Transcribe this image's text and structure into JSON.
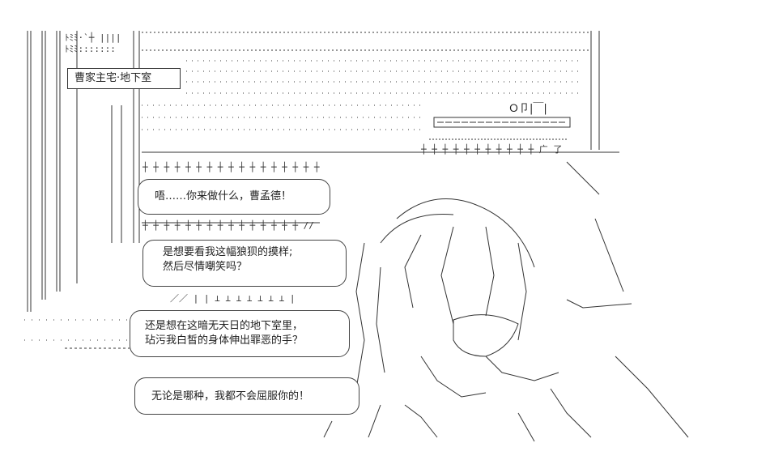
{
  "caption": "曹家主宅·地下室",
  "panel_sign": "Ｏ卩|￣|",
  "dialogue": [
    {
      "lines": [
        "唔……你来做什么，曹孟德！"
      ]
    },
    {
      "lines": [
        "是想要看我这幅狼狈的摸样;",
        "然后尽情嘲笑吗？"
      ]
    },
    {
      "lines": [
        "还是想在这暗无天日的地下室里，",
        "玷污我白皙的身体伸出罪恶的手？"
      ]
    },
    {
      "lines": [
        "无论是哪种，我都不会屈服你的！"
      ]
    }
  ],
  "colors": {
    "ink": "#222222",
    "background": "#ffffff"
  }
}
